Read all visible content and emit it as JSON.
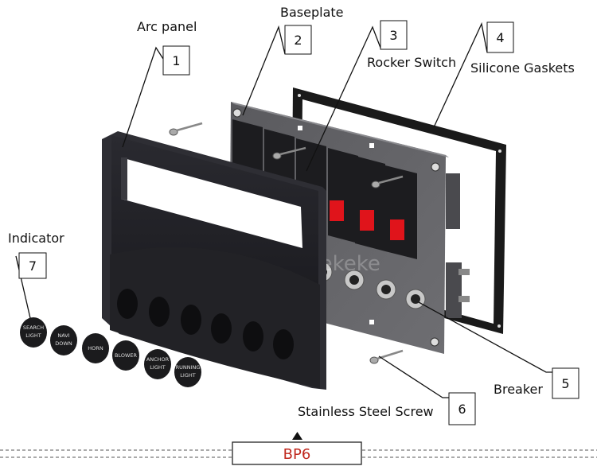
{
  "labels": {
    "arc_panel": "Arc panel",
    "baseplate": "Baseplate",
    "rocker_switch": "Rocker Switch",
    "silicone_gaskets": "Silicone Gaskets",
    "indicator": "Indicator",
    "breaker": "Breaker",
    "stainless_screw": "Stainless Steel Screw"
  },
  "numbers": {
    "n1": "1",
    "n2": "2",
    "n3": "3",
    "n4": "4",
    "n5": "5",
    "n6": "6",
    "n7": "7"
  },
  "indicator_caps": [
    [
      "SEARCH",
      "LIGHT"
    ],
    [
      "NAVI",
      "DOWN"
    ],
    [
      "HORN",
      ""
    ],
    [
      "BLOWER",
      ""
    ],
    [
      "ANCHOR",
      "LIGHT"
    ],
    [
      "RUNNING",
      "LIGHT"
    ]
  ],
  "watermark": "Nekeke",
  "model_tag": "BP6",
  "colors": {
    "switch_red": "#e0141b",
    "tag_red": "#c0281e",
    "panel_dark": "#1e1e22"
  }
}
